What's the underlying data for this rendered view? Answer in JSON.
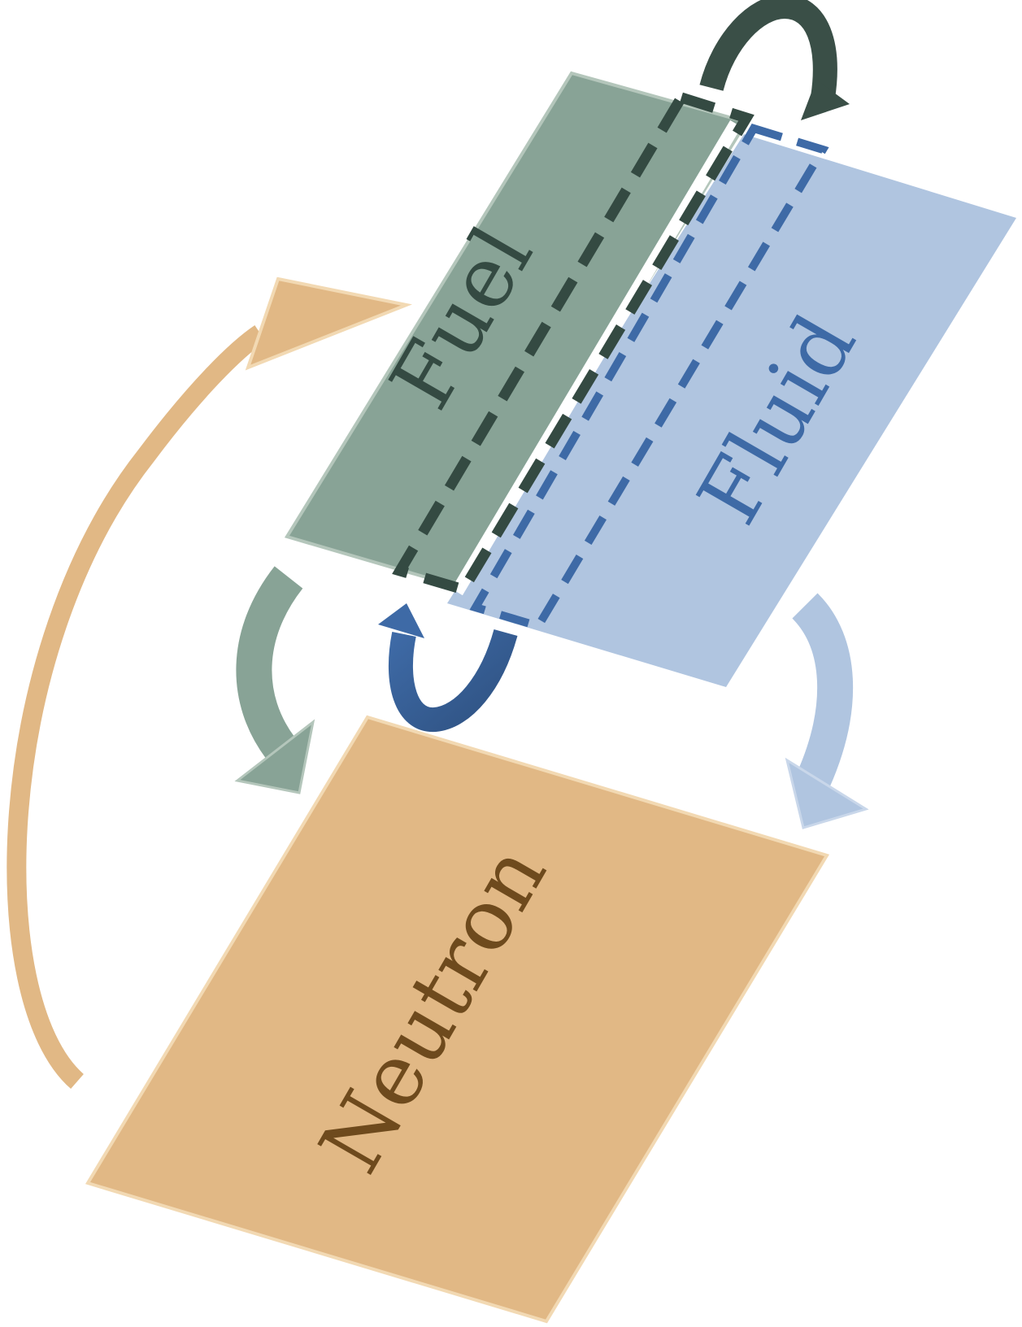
{
  "diagram": {
    "fuel": {
      "label": "Fuel",
      "fill": "#88a396",
      "stroke": "#b4c6bb",
      "text_color": "#344a42"
    },
    "fluid": {
      "label": "Fluid",
      "fill": "#b0c5e0",
      "stroke": "#b0c5e0",
      "text_color": "#3e6aa6"
    },
    "neutron": {
      "label": "Neutron",
      "fill": "#e1b885",
      "stroke": "#f2d9b3",
      "text_color": "#6e4a1d"
    },
    "interface": {
      "fuel_side_color": "#344a42",
      "fluid_side_color": "#3e6aa6"
    },
    "arrows": {
      "fuel_fluid_exchange_color": "#3a4f47",
      "fluid_fuel_exchange_color": "#3e6aa6",
      "fuel_to_neutron_color": "#88a396",
      "fluid_to_neutron_color": "#b0c5e0",
      "neutron_to_fuel_color": "#e1b885"
    }
  }
}
